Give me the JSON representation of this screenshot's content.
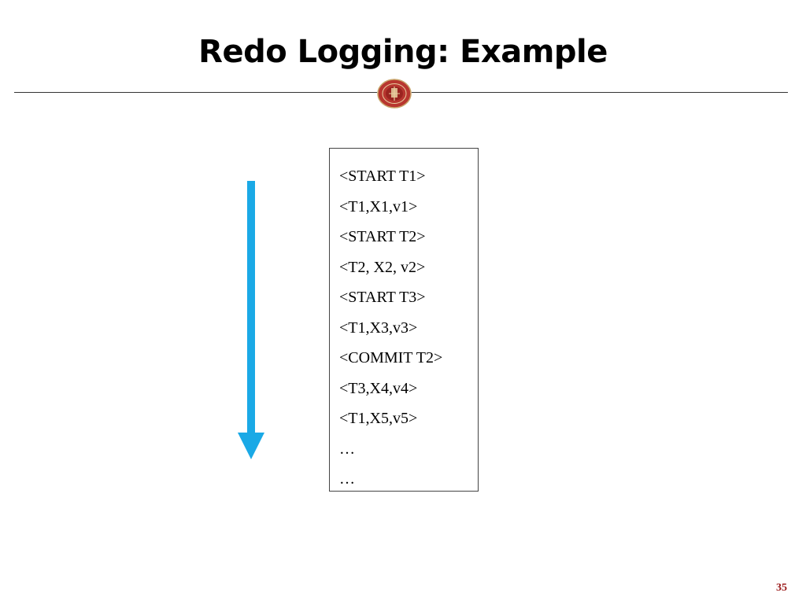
{
  "slide": {
    "title": "Redo Logging: Example",
    "page_number": "35"
  },
  "seal": {
    "icon": "university-seal-icon",
    "color": "#a8302c",
    "ring_color": "#c8a46a"
  },
  "arrow": {
    "icon": "down-arrow-icon",
    "color": "#1aa9e6"
  },
  "log": {
    "entries": [
      "<START T1>",
      "<T1,X1,v1>",
      "<START T2>",
      "<T2, X2, v2>",
      "<START T3>",
      "<T1,X3,v3>",
      "<COMMIT T2>",
      "<T3,X4,v4>",
      "<T1,X5,v5>",
      "…",
      "…"
    ]
  }
}
